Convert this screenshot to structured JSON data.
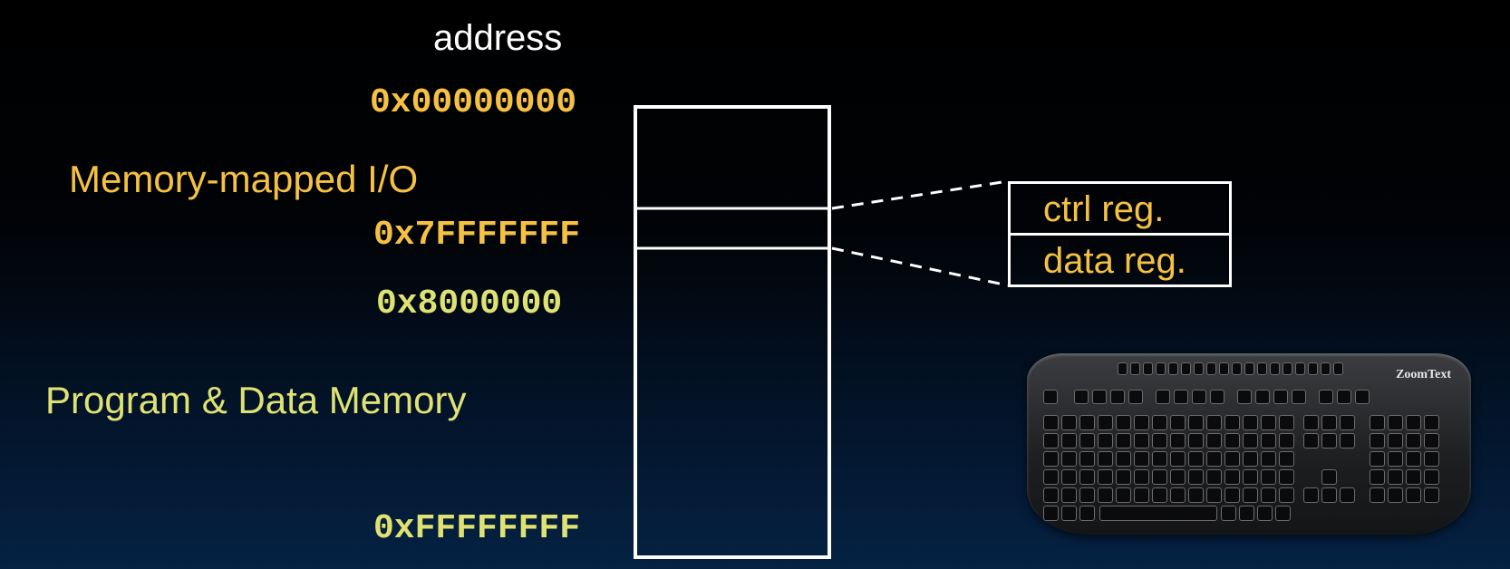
{
  "header": {
    "title": "address"
  },
  "addresses": {
    "start": "0x00000000",
    "io_end": "0x7FFFFFFF",
    "mem_start": "0x8000000",
    "end": "0xFFFFFFFF"
  },
  "regions": {
    "io": "Memory-mapped I/O",
    "memory": "Program & Data Memory"
  },
  "registers": {
    "ctrl": "ctrl reg.",
    "data": "data reg."
  },
  "keyboard": {
    "brand": "ZoomText"
  },
  "colors": {
    "orange": "#f6c142",
    "yellow_green": "#dfe273",
    "divider_glow": "#c8e34a",
    "white": "#ffffff"
  }
}
